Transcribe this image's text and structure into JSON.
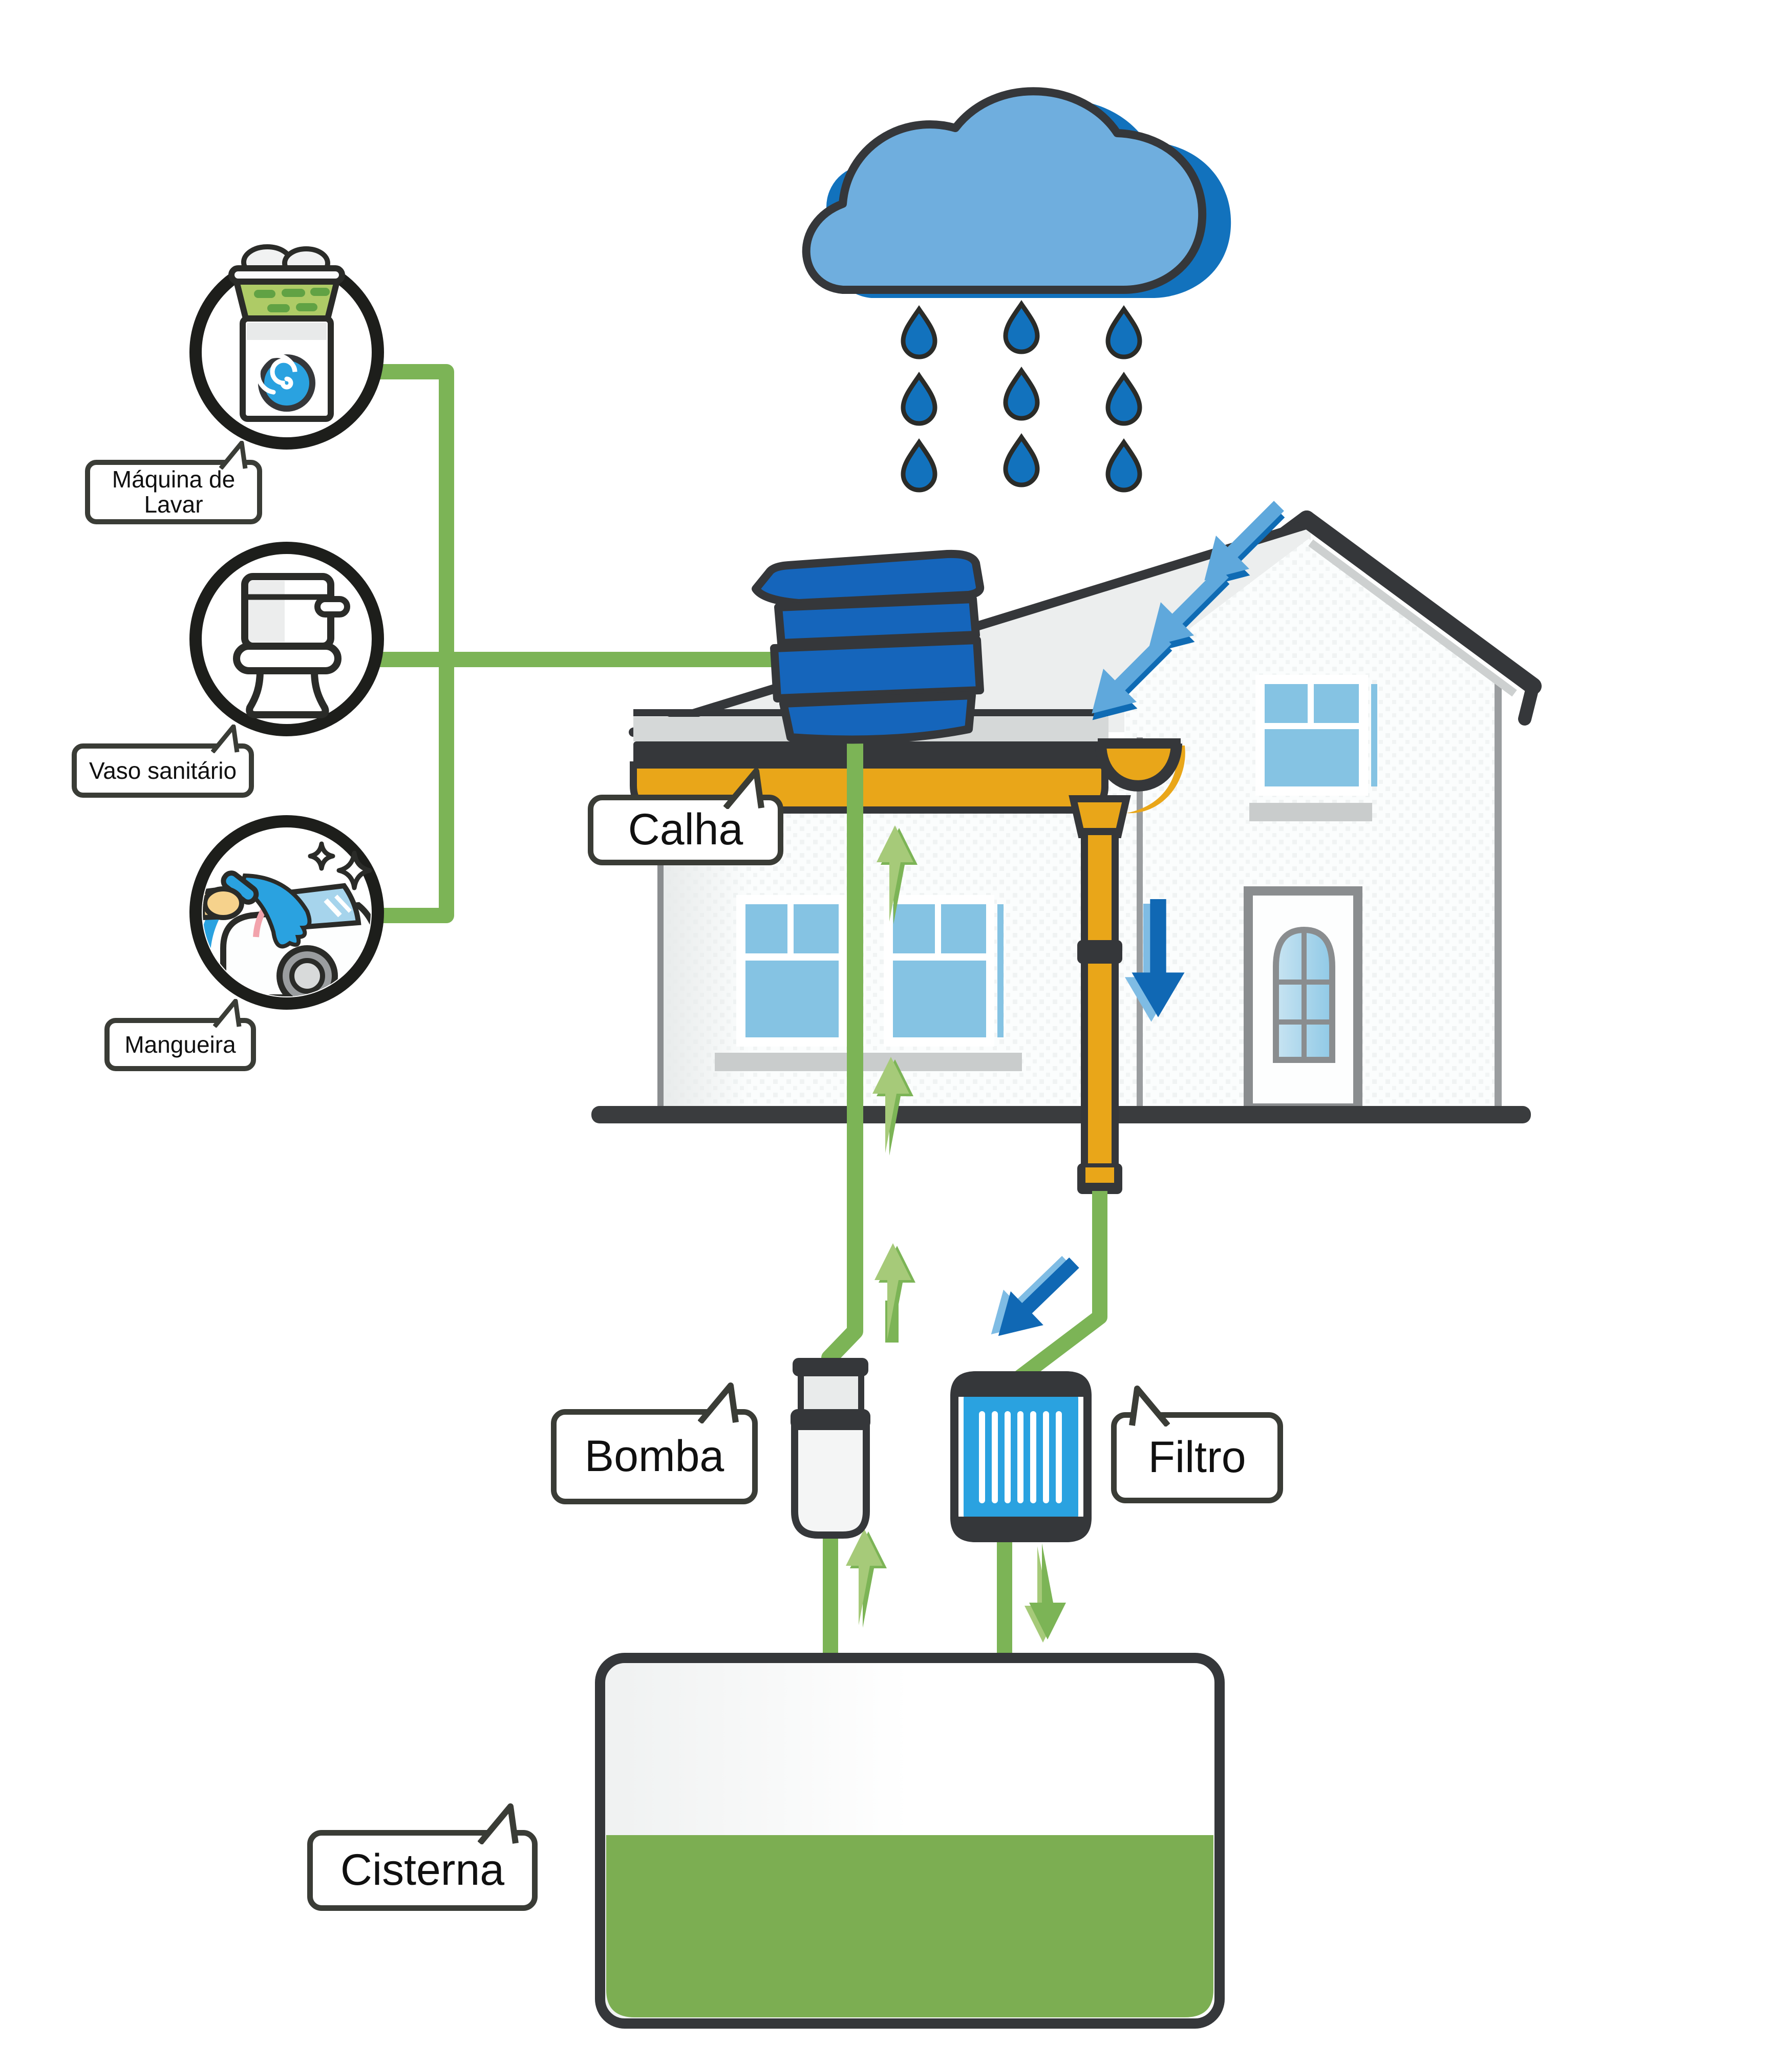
{
  "labels": {
    "washing_machine_line1": "Máquina de",
    "washing_machine_line2": "Lavar",
    "toilet": "Vaso sanitário",
    "hose": "Mangueira",
    "gutter": "Calha",
    "pump": "Bomba",
    "filter": "Filtro",
    "cistern": "Cisterna"
  },
  "icons": {
    "cloud": "rain-cloud-icon",
    "raindrops": "raindrop-icon",
    "washing_machine": "washing-machine-icon",
    "toilet": "toilet-icon",
    "hose": "garden-hose-car-wash-icon",
    "roof_tank": "water-tank-icon",
    "gutter": "gutter-shape",
    "downspout": "downspout-shape",
    "pump": "pump-shape",
    "filter": "filter-shape",
    "cistern": "cistern-shape"
  },
  "colors": {
    "pipe_green": "#7CB456",
    "arrow_light_green": "#A6CA79",
    "water_green": "#7CAE52",
    "gutter_orange": "#E9A619",
    "tank_blue": "#1565BB",
    "filter_blue": "#2AA2E0",
    "cloud_light_blue": "#6FAEDE",
    "cloud_dark_blue": "#1272BD",
    "rain_blue": "#1272BD",
    "window_blue": "#85C3E3",
    "outline_dark": "#35373A"
  }
}
